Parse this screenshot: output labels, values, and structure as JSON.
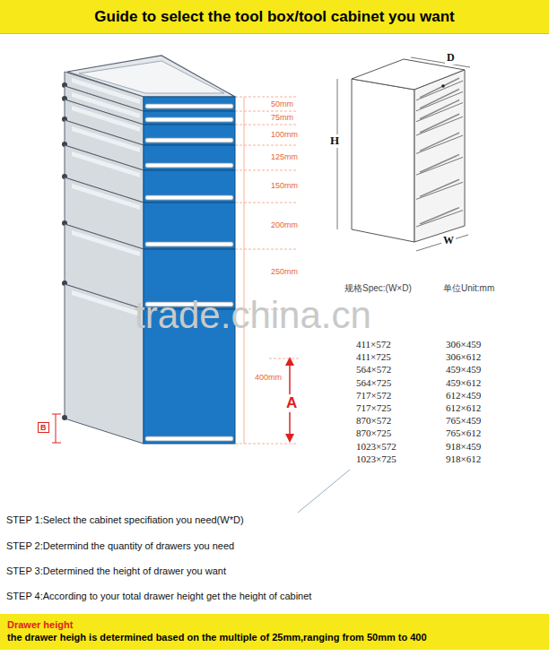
{
  "diagram": {
    "title": "Guide to select the tool box/tool cabinet you want",
    "nodes": [
      {
        "text": [
          "Drawer height",
          "the drawer heigh is determined based on the multiple of 25mm,ranging from 50mm to 400"
        ]
      }
    ],
    "labels": [
      "50mm",
      "75mm",
      "100mm",
      "125mm",
      "150mm",
      "200mm",
      "250mm",
      "400mm",
      "A",
      "B",
      "D",
      "H",
      "W",
      "规格Spec:(W×D)",
      "单位Unit:mm",
      "trade.china.cn",
      "411×572",
      "306×459",
      "411×725",
      "306×612",
      "564×572",
      "459×459",
      "564×725",
      "459×612",
      "717×572",
      "612×459",
      "717×725",
      "612×612",
      "870×572",
      "765×459",
      "870×725",
      "765×612",
      "1023×572",
      "918×459",
      "1023×725",
      "918×612",
      "STEP 1:Select the cabinet specifiation you need(W*D)",
      "STEP 2:Determind the quantity of drawers you need",
      "STEP 3:Determined the height of drawer you want",
      "STEP 4:According to your total drawer height get the height of cabinet"
    ]
  }
}
